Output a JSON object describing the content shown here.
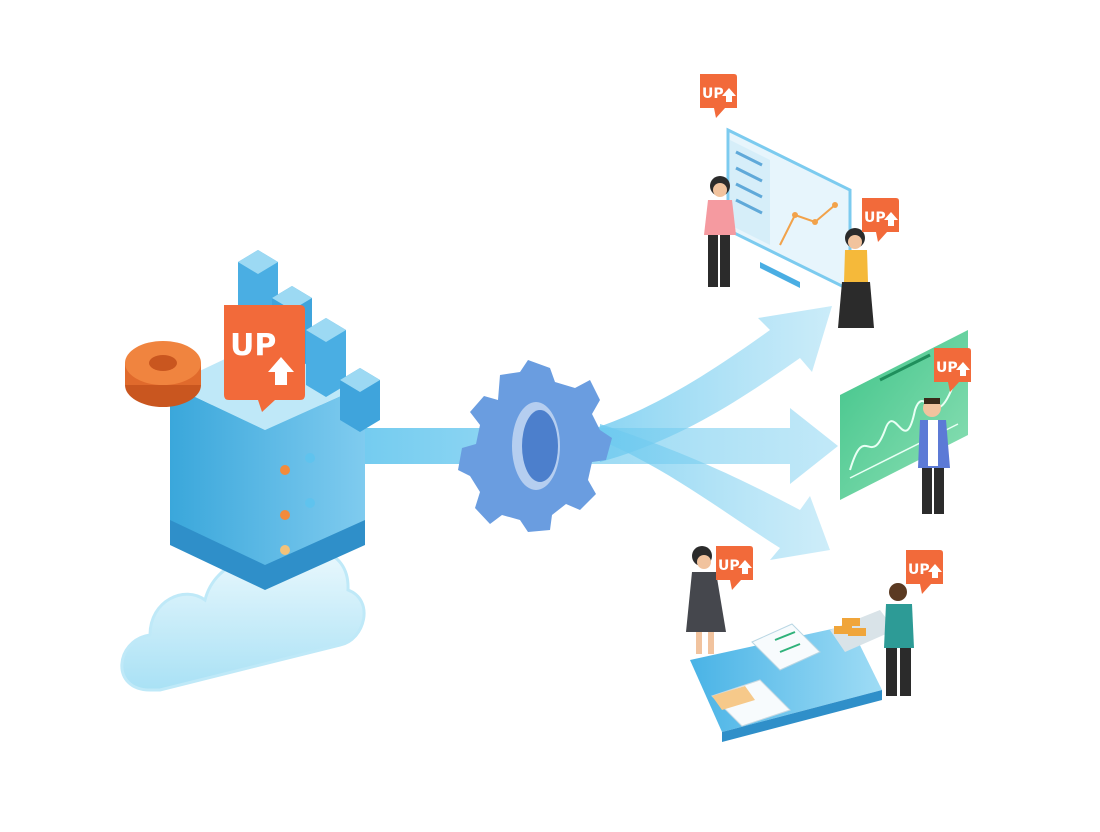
{
  "badges": [
    {
      "text": "UP"
    },
    {
      "text": "UP"
    },
    {
      "text": "UP"
    },
    {
      "text": "UP"
    },
    {
      "text": "UP"
    },
    {
      "text": "UP"
    }
  ],
  "colors": {
    "accent_orange": "#f26a3a",
    "flow_blue": "#5bc2ec",
    "server_blue": "#3aa0d6",
    "gear_blue": "#6d9ee0",
    "cloud_blue": "#cdeefa",
    "chart_green": "#48c98e"
  },
  "icons": [
    "database-server-icon",
    "cloud-icon",
    "gear-icon",
    "dashboard-screen-icon",
    "analytics-chart-icon",
    "tablet-transfer-icon",
    "person-icon"
  ]
}
